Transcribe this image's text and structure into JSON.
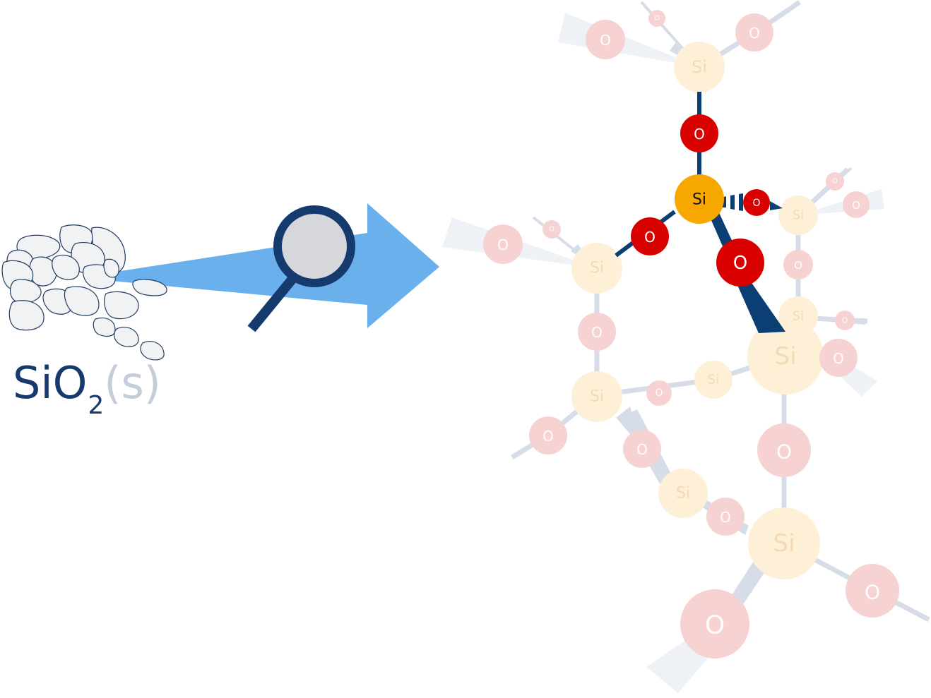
{
  "formula": {
    "element_symbol": "SiO",
    "subscript": "2",
    "state": "(s)",
    "colors": {
      "symbol": "#163a6b",
      "state": "#c4cdd9"
    }
  },
  "atom_labels": {
    "silicon": "Si",
    "oxygen": "O"
  },
  "colors": {
    "arrow": "#6ab0ec",
    "magnifier_frame": "#143a6e",
    "magnifier_lens": "#d6d7da",
    "bond": "#0b3e73",
    "si_focus": "#f6a800",
    "o_focus": "#d90000",
    "si_faded": "#fdf0d6",
    "o_faded": "#f6d2d3",
    "bond_faded": "#d6dde8"
  },
  "icons": [
    "sand-grains-icon",
    "magnifier-icon",
    "zoom-arrow-icon"
  ]
}
